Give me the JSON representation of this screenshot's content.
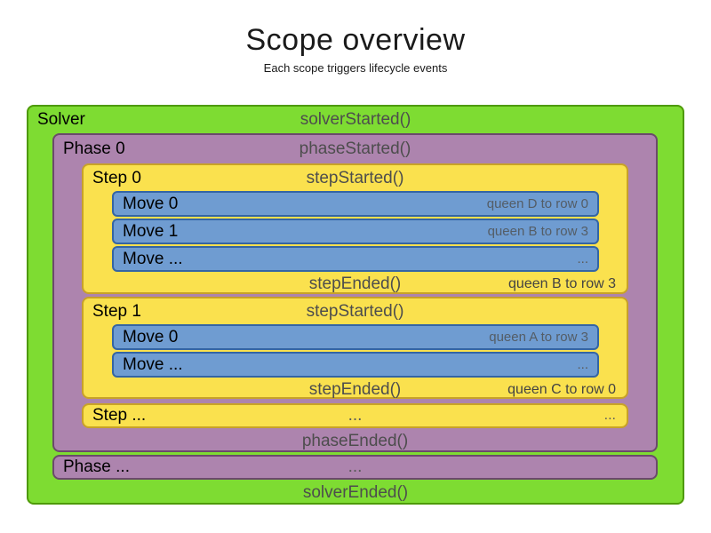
{
  "header": {
    "title": "Scope overview",
    "subtitle": "Each scope triggers lifecycle events"
  },
  "colors": {
    "solver_fill": "#7edc32",
    "solver_border": "#4e9a06",
    "phase_fill": "#ad84ae",
    "phase_border": "#6b4a6b",
    "step_fill": "#fae14e",
    "step_border": "#c8a227",
    "move_fill": "#6f9cd1",
    "move_border": "#3465a4",
    "label_text": "#000000",
    "event_text": "#4d4d4d",
    "annotation_text": "#434343"
  },
  "solver": {
    "label": "Solver",
    "started_event": "solverStarted()",
    "ended_event": "solverEnded()",
    "phases": [
      {
        "label": "Phase 0",
        "started_event": "phaseStarted()",
        "ended_event": "phaseEnded()",
        "steps": [
          {
            "label": "Step 0",
            "started_event": "stepStarted()",
            "ended_event": "stepEnded()",
            "ended_annotation": "queen B to row 3",
            "moves": [
              {
                "label": "Move 0",
                "annotation": "queen D to row 0"
              },
              {
                "label": "Move 1",
                "annotation": "queen B to row 3"
              },
              {
                "label": "Move ...",
                "annotation": "..."
              }
            ]
          },
          {
            "label": "Step 1",
            "started_event": "stepStarted()",
            "ended_event": "stepEnded()",
            "ended_annotation": "queen C to row 0",
            "moves": [
              {
                "label": "Move 0",
                "annotation": "queen A to row 3"
              },
              {
                "label": "Move ...",
                "annotation": "..."
              }
            ]
          },
          {
            "label": "Step ...",
            "center_text": "...",
            "right_text": "..."
          }
        ]
      },
      {
        "label": "Phase ...",
        "center_text": "..."
      }
    ]
  }
}
